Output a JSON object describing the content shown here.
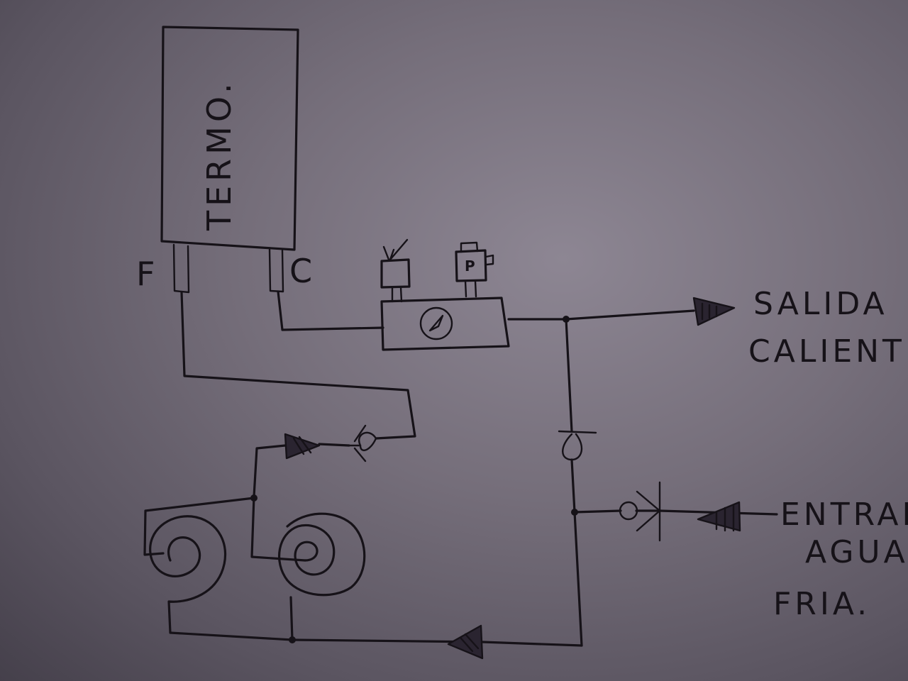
{
  "diagram": {
    "tank_label": "TERMO.",
    "port_cold": "F",
    "port_hot": "C",
    "hot_outlet_line1": "SALIDA",
    "hot_outlet_line2": "CALIENTE",
    "cold_inlet_line1": "ENTRADA",
    "cold_inlet_line2": "AGUA",
    "cold_inlet_line3": "FRIA.",
    "gauge_letter": "P"
  }
}
